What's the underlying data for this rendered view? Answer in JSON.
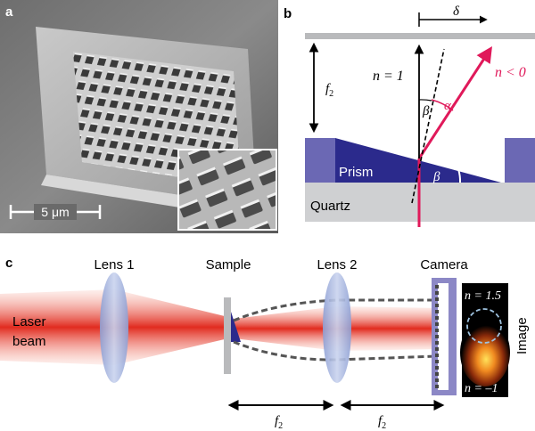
{
  "panels": {
    "a": {
      "letter": "a",
      "scale_bar": "5 μm"
    },
    "b": {
      "letter": "b",
      "delta": "δ",
      "f2": "f",
      "f2_sub": "2",
      "n_pos": "n = 1",
      "n_neg": "n < 0",
      "beta_top": "β",
      "alpha": "α",
      "beta_prism": "β",
      "prism": "Prism",
      "quartz": "Quartz"
    },
    "c": {
      "letter": "c",
      "lens1": "Lens 1",
      "sample": "Sample",
      "lens2": "Lens 2",
      "camera": "Camera",
      "laser_line1": "Laser",
      "laser_line2": "beam",
      "image": "Image",
      "n_top": "n = 1.5",
      "n_bottom": "n = –1",
      "f2_left": "f",
      "f2_right": "f",
      "f2_sub": "2"
    }
  },
  "colors": {
    "prism_blue": "#2b2a8c",
    "block_blue": "#6b68b4",
    "refracted_pink": "#e0195a",
    "quartz_grey": "#cfd0d2",
    "mirror_grey": "#b9babc",
    "laser_red": "#e8342a",
    "lens_blue": "#a9b7de",
    "camera_purple": "#8c88c6"
  }
}
